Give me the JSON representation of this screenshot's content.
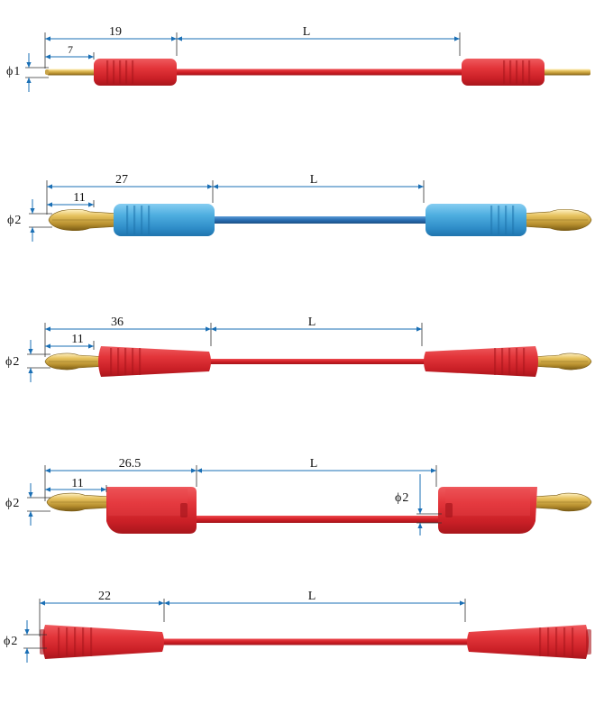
{
  "colors": {
    "red": "#d8252b",
    "red_dark": "#a8161c",
    "red_light": "#ef5a5e",
    "blue": "#3aa0d8",
    "blue_dark": "#1f74ad",
    "blue_light": "#78c4ec",
    "wire_red": "#d21f26",
    "wire_blue": "#2a6fb3",
    "gold": "#d9b04a",
    "gold_dark": "#8a6a1c",
    "dim_line": "#1a6fb5",
    "text": "#111111"
  },
  "cables": [
    {
      "id": "cable-1",
      "plug_type": "pin-plug",
      "housing_color": "red",
      "dimensions": [
        {
          "label": "19",
          "level": "outer"
        },
        {
          "label": "7",
          "level": "inner"
        },
        {
          "label": "L",
          "level": "length"
        }
      ],
      "diameter_symbol": "ϕ",
      "diameter_index": "1",
      "right_diameter": false
    },
    {
      "id": "cable-2",
      "plug_type": "banana-plug",
      "housing_color": "blue",
      "dimensions": [
        {
          "label": "27",
          "level": "outer"
        },
        {
          "label": "11",
          "level": "inner"
        },
        {
          "label": "L",
          "level": "length"
        }
      ],
      "diameter_symbol": "ϕ",
      "diameter_index": "2",
      "right_diameter": false
    },
    {
      "id": "cable-3",
      "plug_type": "banana-plug-slim",
      "housing_color": "red",
      "dimensions": [
        {
          "label": "36",
          "level": "outer"
        },
        {
          "label": "11",
          "level": "inner"
        },
        {
          "label": "L",
          "level": "length"
        }
      ],
      "diameter_symbol": "ϕ",
      "diameter_index": "2",
      "right_diameter": false
    },
    {
      "id": "cable-4",
      "plug_type": "stackable-banana-plug",
      "housing_color": "red",
      "dimensions": [
        {
          "label": "26.5",
          "level": "outer"
        },
        {
          "label": "11",
          "level": "inner"
        },
        {
          "label": "L",
          "level": "length"
        }
      ],
      "diameter_symbol": "ϕ",
      "diameter_index": "2",
      "right_diameter": true
    },
    {
      "id": "cable-5",
      "plug_type": "banana-socket",
      "housing_color": "red",
      "dimensions": [
        {
          "label": "22",
          "level": "outer"
        },
        {
          "label": "L",
          "level": "length"
        }
      ],
      "diameter_symbol": "ϕ",
      "diameter_index": "2",
      "right_diameter": false
    }
  ]
}
